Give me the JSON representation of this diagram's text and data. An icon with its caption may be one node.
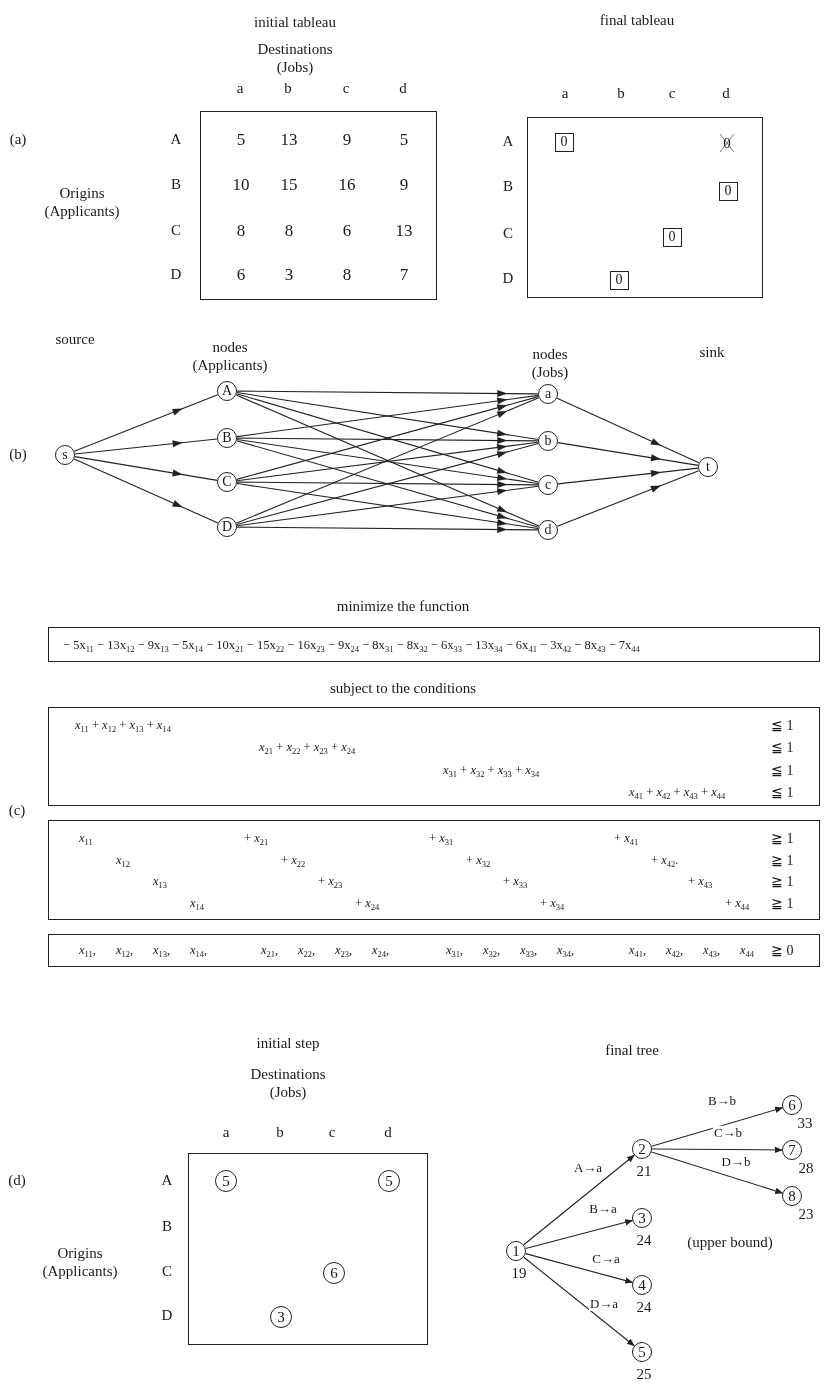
{
  "diagram": {
    "nodes": [
      {
        "text": [
          "5",
          "13",
          "9",
          "5",
          "10",
          "15",
          "16",
          "9",
          "8",
          "8",
          "6",
          "13",
          "6",
          "3",
          "8",
          "7"
        ]
      },
      {
        "text": [
          "0"
        ]
      },
      {
        "text": [
          "0"
        ],
        "in": 1
      },
      {
        "text": [
          "0"
        ],
        "in": 1
      },
      {
        "text": [
          "0"
        ],
        "in": 1
      },
      {
        "text": [
          "0"
        ],
        "in": 1
      },
      {
        "text": [
          "s"
        ]
      },
      {
        "text": [
          "A"
        ]
      },
      {
        "text": [
          "B"
        ]
      },
      {
        "text": [
          "C"
        ]
      },
      {
        "text": [
          "D"
        ]
      },
      {
        "text": [
          "a"
        ]
      },
      {
        "text": [
          "b"
        ]
      },
      {
        "text": [
          "c"
        ]
      },
      {
        "text": [
          "d"
        ]
      },
      {
        "text": [
          "t"
        ]
      },
      {
        "text": [
          "− 5x$_{11}$ − 13x$_{12}$ − 9x$_{13}$ − 5x$_{14}$ − 10x$_{21}$ − 15x$_{22}$ − 16x$_{23}$ − 9x$_{24}$ − 8x$_{31}$ − 8x$_{32}$ − 6x$_{33}$ − 13x$_{34}$ − 6x$_{41}$ − 3x$_{42}$ − 8x$_{43}$ − 7x$_{44}$"
        ]
      },
      {
        "text": [
          "*x*$_{11}$ + *x*$_{12}$ + *x*$_{13}$ + *x*$_{14}$",
          "≦ 1",
          "*x*$_{21}$ + *x*$_{22}$ + *x*$_{23}$ + *x*$_{24}$",
          "≦ 1",
          "*x*$_{31}$ + *x*$_{32}$ + *x*$_{33}$ + *x*$_{34}$",
          "≦ 1",
          "*x*$_{41}$ + *x*$_{42}$ + *x*$_{43}$ + *x*$_{44}$",
          "≦ 1"
        ]
      },
      {
        "text": [
          "*x*$_{11}$",
          "+ *x*$_{21}$",
          "+ *x*$_{31}$",
          "+ *x*$_{41}$",
          "≧ 1",
          "*x*$_{12}$",
          "+ *x*$_{22}$",
          "+ *x*$_{32}$",
          "+ *x*$_{42}$.",
          "≧ 1",
          "*x*$_{13}$",
          "+ *x*$_{23}$",
          "+ *x*$_{33}$",
          "+ *x*$_{43}$",
          "≧ 1",
          "*x*$_{14}$",
          "+ *x*$_{24}$",
          "+ *x*$_{34}$",
          "+ *x*$_{44}$",
          "≧ 1"
        ]
      },
      {
        "text": [
          "*x*$_{11}$,",
          "*x*$_{12}$,",
          "*x*$_{13}$,",
          "*x*$_{14}$,",
          "*x*$_{21}$,",
          "*x*$_{22}$,",
          "*x*$_{23}$,",
          "*x*$_{24}$,",
          "*x*$_{31}$,",
          "*x*$_{32}$,",
          "*x*$_{33}$,",
          "*x*$_{34}$,",
          "*x*$_{41}$,",
          "*x*$_{42}$,",
          "*x*$_{43}$,",
          "*x*$_{44}$",
          "≧ 0"
        ]
      },
      {
        "text": [],
        "shape": "box"
      },
      {
        "text": [
          "5"
        ],
        "in": 20
      },
      {
        "text": [
          "5"
        ],
        "in": 20
      },
      {
        "text": [
          "6"
        ],
        "in": 20
      },
      {
        "text": [
          "3"
        ],
        "in": 20
      },
      {
        "text": [
          "1"
        ],
        "beside": [
          "19"
        ]
      },
      {
        "text": [
          "2"
        ],
        "beside": [
          "21"
        ]
      },
      {
        "text": [
          "3"
        ],
        "beside": [
          "24"
        ]
      },
      {
        "text": [
          "4"
        ],
        "beside": [
          "24"
        ]
      },
      {
        "text": [
          "5"
        ],
        "beside": [
          "25"
        ]
      },
      {
        "text": [
          "6"
        ],
        "beside": [
          "33"
        ]
      },
      {
        "text": [
          "7"
        ],
        "beside": [
          "28"
        ]
      },
      {
        "text": [
          "8"
        ],
        "beside": [
          "23"
        ]
      }
    ],
    "edges": [
      {
        "from": 6,
        "to": 7,
        "arrow": "to"
      },
      {
        "from": 6,
        "to": 8,
        "arrow": "to"
      },
      {
        "from": 6,
        "to": 9,
        "arrow": "to"
      },
      {
        "from": 6,
        "to": 10,
        "arrow": "to"
      },
      {
        "from": 7,
        "to": 11,
        "arrow": "to"
      },
      {
        "from": 7,
        "to": 12,
        "arrow": "to"
      },
      {
        "from": 7,
        "to": 13,
        "arrow": "to"
      },
      {
        "from": 7,
        "to": 14,
        "arrow": "to"
      },
      {
        "from": 8,
        "to": 11,
        "arrow": "to"
      },
      {
        "from": 8,
        "to": 12,
        "arrow": "to"
      },
      {
        "from": 8,
        "to": 13,
        "arrow": "to"
      },
      {
        "from": 8,
        "to": 14,
        "arrow": "to"
      },
      {
        "from": 9,
        "to": 11,
        "arrow": "to"
      },
      {
        "from": 9,
        "to": 12,
        "arrow": "to"
      },
      {
        "from": 9,
        "to": 13,
        "arrow": "to"
      },
      {
        "from": 9,
        "to": 14,
        "arrow": "to"
      },
      {
        "from": 10,
        "to": 11,
        "arrow": "to"
      },
      {
        "from": 10,
        "to": 12,
        "arrow": "to"
      },
      {
        "from": 10,
        "to": 13,
        "arrow": "to"
      },
      {
        "from": 10,
        "to": 14,
        "arrow": "to"
      },
      {
        "from": 11,
        "to": 15,
        "arrow": "to"
      },
      {
        "from": 12,
        "to": 15,
        "arrow": "to"
      },
      {
        "from": 13,
        "to": 15,
        "arrow": "to"
      },
      {
        "from": 14,
        "to": 15,
        "arrow": "to"
      },
      {
        "from": 25,
        "to": 26,
        "arrow": "to",
        "label": "A→a"
      },
      {
        "from": 25,
        "to": 27,
        "arrow": "to",
        "label": "B→a"
      },
      {
        "from": 25,
        "to": 28,
        "arrow": "to",
        "label": "C→a"
      },
      {
        "from": 25,
        "to": 29,
        "arrow": "to",
        "label": "D→a"
      },
      {
        "from": 26,
        "to": 30,
        "arrow": "to",
        "label": "B→b"
      },
      {
        "from": 26,
        "to": 31,
        "arrow": "to",
        "label": "C→b"
      },
      {
        "from": 26,
        "to": 32,
        "arrow": "to",
        "label": "D→b"
      }
    ],
    "labels": [
      "initial tableau",
      "final tableau",
      "Destinations (Jobs)",
      "a",
      "b",
      "c",
      "d",
      "a",
      "b",
      "c",
      "d",
      "(a)",
      "A",
      "A",
      "Origins (Applicants)",
      "B",
      "B",
      "C",
      "C",
      "D",
      "D",
      "source",
      "nodes (Applicants)",
      "nodes (Jobs)",
      "sink",
      "(b)",
      "minimize the function",
      "subject to the conditions",
      "(c)",
      "initial step",
      "final tree",
      "Destinations (Jobs)",
      "a",
      "b",
      "c",
      "d",
      "(d)",
      "A",
      "B",
      "Origins (Applicants)",
      "C",
      "D",
      "(upper bound)"
    ]
  }
}
